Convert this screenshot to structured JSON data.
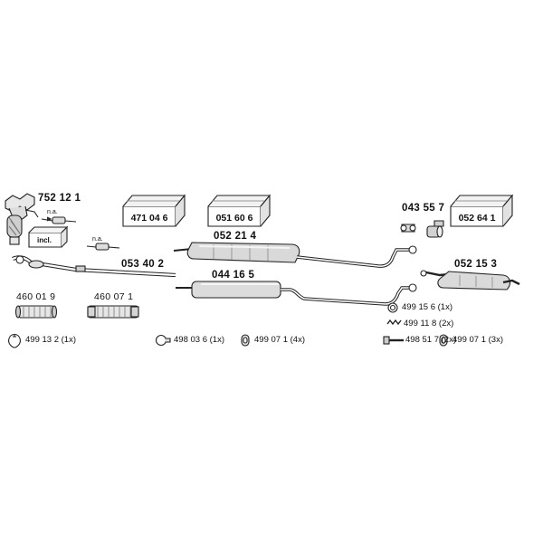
{
  "parts": {
    "manifold_cat": "752 12 1",
    "front_pipe": "053 40 2",
    "flex1": "460 01 9",
    "flex2": "460 07 1",
    "mid_silencer_a": "052 21 4",
    "mid_silencer_b": "044 16 5",
    "clamp_ring": "043 55 7",
    "rear_silencer": "052 15 3"
  },
  "boxes": {
    "box1": "471 04 6",
    "box2": "051 60 6",
    "box3": "052 64 1"
  },
  "notes": {
    "na_top": "n.a.",
    "na_mid": "n.a.",
    "incl": "incl."
  },
  "hardware": {
    "h1": "499 13 2 (1x)",
    "h2": "498 03 6 (1x)",
    "h3": "499 07 1 (4x)",
    "h4": "499 15 6  (1x)",
    "h5": "499 11 8  (2x)",
    "h6": "498 51 7  (2x)",
    "h7": "499 07 1 (3x)"
  }
}
